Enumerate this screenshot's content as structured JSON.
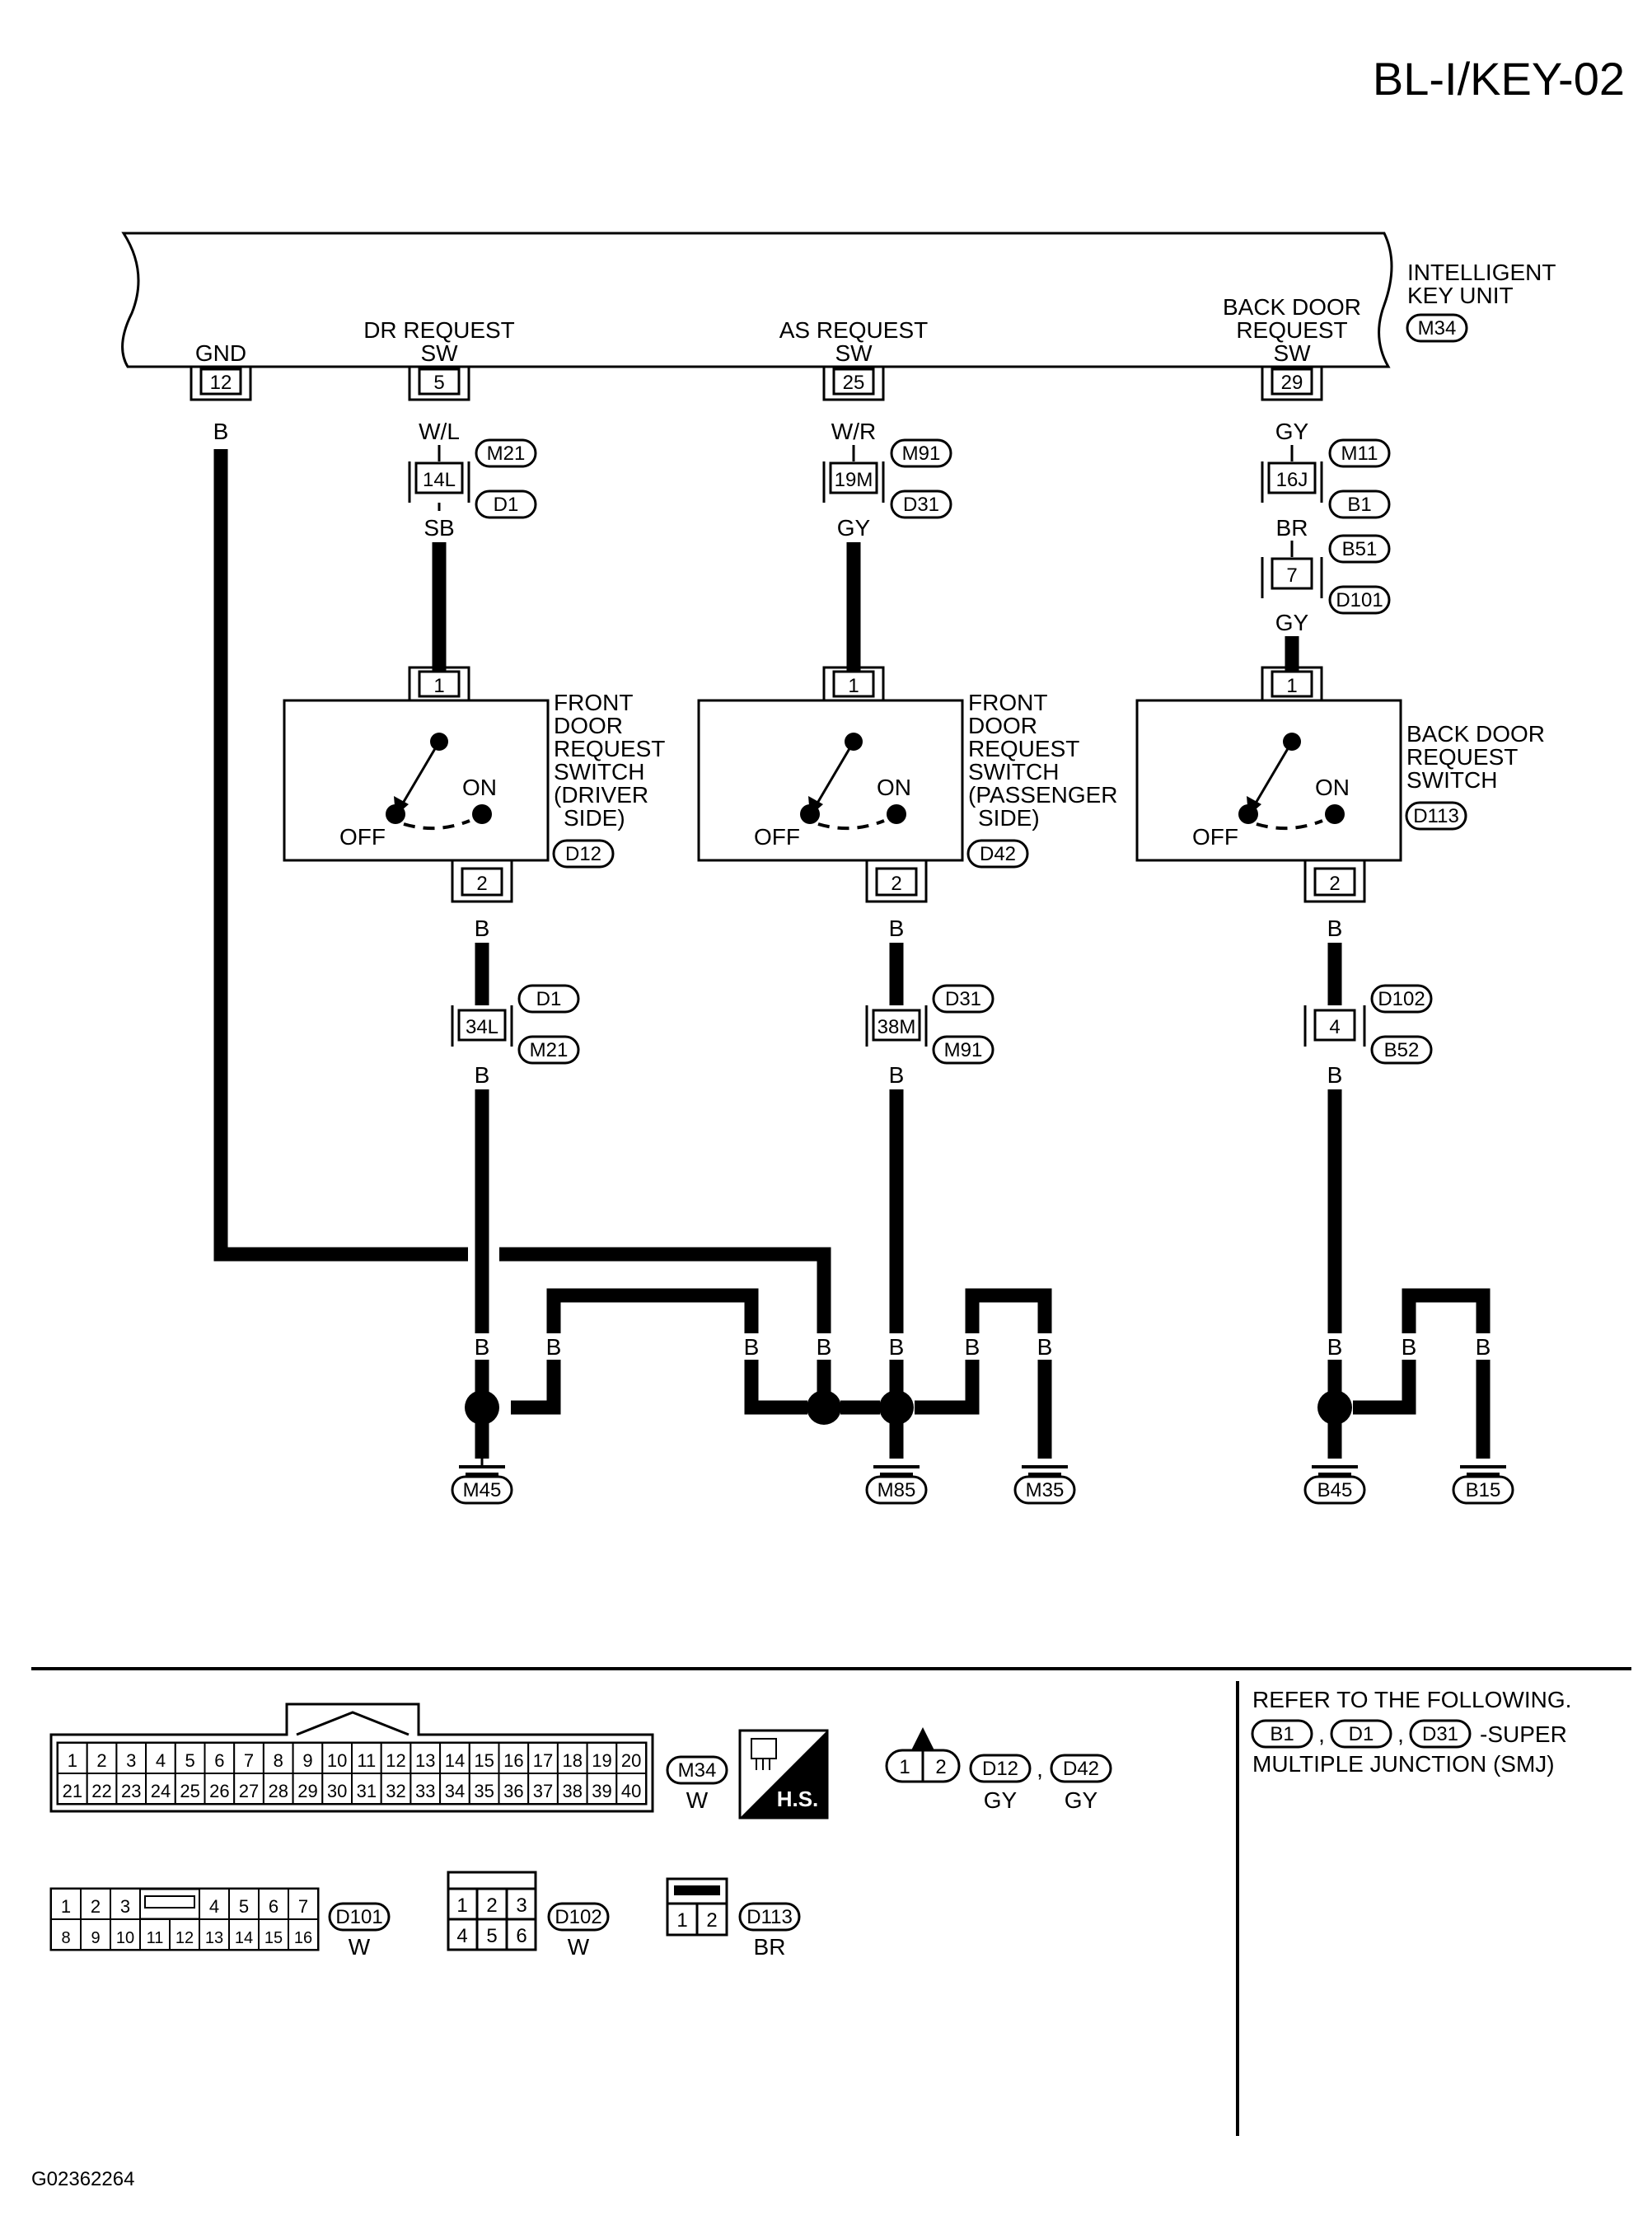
{
  "header": {
    "title": "BL-I/KEY-02",
    "figure_id": "G02362264"
  },
  "unit": {
    "name_line1": "INTELLIGENT",
    "name_line2": "KEY UNIT",
    "connector": "M34"
  },
  "terminals": {
    "gnd": {
      "label": "GND",
      "pin": "12",
      "wire": "B"
    },
    "dr": {
      "label_line1": "DR REQUEST",
      "label_line2": "SW",
      "pin": "5",
      "wire": "W/L"
    },
    "as": {
      "label_line1": "AS REQUEST",
      "label_line2": "SW",
      "pin": "25",
      "wire": "W/R"
    },
    "back": {
      "label_line1": "BACK DOOR",
      "label_line2": "REQUEST",
      "label_line3": "SW",
      "pin": "29",
      "wire": "GY"
    }
  },
  "junctions_top": {
    "dr": {
      "pin": "14L",
      "upper": "M21",
      "lower": "D1",
      "wire_below": "SB"
    },
    "as": {
      "pin": "19M",
      "upper": "M91",
      "lower": "D31",
      "wire_below": "GY"
    },
    "back": {
      "pin": "16J",
      "upper": "M11",
      "lower": "B1",
      "wire_below": "BR",
      "pin2": "7",
      "upper2": "B51",
      "lower2": "D101",
      "wire_below2": "GY"
    }
  },
  "switches": [
    {
      "id": "dr",
      "name_lines": [
        "FRONT",
        "DOOR",
        "REQUEST",
        "SWITCH",
        "(DRIVER",
        "SIDE)"
      ],
      "connector": "D12",
      "pin_in": "1",
      "pin_out": "2",
      "off": "OFF",
      "on": "ON",
      "wire_out": "B"
    },
    {
      "id": "as",
      "name_lines": [
        "FRONT",
        "DOOR",
        "REQUEST",
        "SWITCH",
        "(PASSENGER",
        "SIDE)"
      ],
      "connector": "D42",
      "pin_in": "1",
      "pin_out": "2",
      "off": "OFF",
      "on": "ON",
      "wire_out": "B"
    },
    {
      "id": "back",
      "name_lines": [
        "BACK DOOR",
        "REQUEST",
        "SWITCH"
      ],
      "connector": "D113",
      "pin_in": "1",
      "pin_out": "2",
      "off": "OFF",
      "on": "ON",
      "wire_out": "B"
    }
  ],
  "junctions_bottom": {
    "dr": {
      "pin": "34L",
      "upper": "D1",
      "lower": "M21",
      "wire_below": "B"
    },
    "as": {
      "pin": "38M",
      "upper": "D31",
      "lower": "M91",
      "wire_below": "B"
    },
    "back": {
      "pin": "4",
      "upper": "D102",
      "lower": "B52",
      "wire_below": "B"
    }
  },
  "ground_wire_labels": {
    "b": "B"
  },
  "grounds": [
    "M45",
    "M85",
    "M35",
    "B45",
    "B15"
  ],
  "connectors_legend": {
    "m34": {
      "id": "M34",
      "color": "W",
      "row1": [
        "1",
        "2",
        "3",
        "4",
        "5",
        "6",
        "7",
        "8",
        "9",
        "10",
        "11",
        "12",
        "13",
        "14",
        "15",
        "16",
        "17",
        "18",
        "19",
        "20"
      ],
      "row2": [
        "21",
        "22",
        "23",
        "24",
        "25",
        "26",
        "27",
        "28",
        "29",
        "30",
        "31",
        "32",
        "33",
        "34",
        "35",
        "36",
        "37",
        "38",
        "39",
        "40"
      ]
    },
    "hs": {
      "label": "H.S."
    },
    "d12": {
      "pins": [
        "1",
        "2"
      ],
      "id1": "D12",
      "color1": "GY",
      "sep": ",",
      "id2": "D42",
      "color2": "GY"
    },
    "d101": {
      "id": "D101",
      "color": "W",
      "row1": [
        "1",
        "2",
        "3",
        "4",
        "5",
        "6",
        "7"
      ],
      "row2": [
        "8",
        "9",
        "10",
        "11",
        "12",
        "13",
        "14",
        "15",
        "16"
      ]
    },
    "d102": {
      "id": "D102",
      "color": "W",
      "row1": [
        "1",
        "2",
        "3"
      ],
      "row2": [
        "4",
        "5",
        "6"
      ]
    },
    "d113": {
      "id": "D113",
      "color": "BR",
      "pins": [
        "1",
        "2"
      ]
    }
  },
  "refer": {
    "line1": "REFER TO THE FOLLOWING.",
    "ids": [
      "B1",
      "D1",
      "D31"
    ],
    "sep": ",",
    "suffix": "-SUPER",
    "line3": "MULTIPLE JUNCTION (SMJ)"
  }
}
